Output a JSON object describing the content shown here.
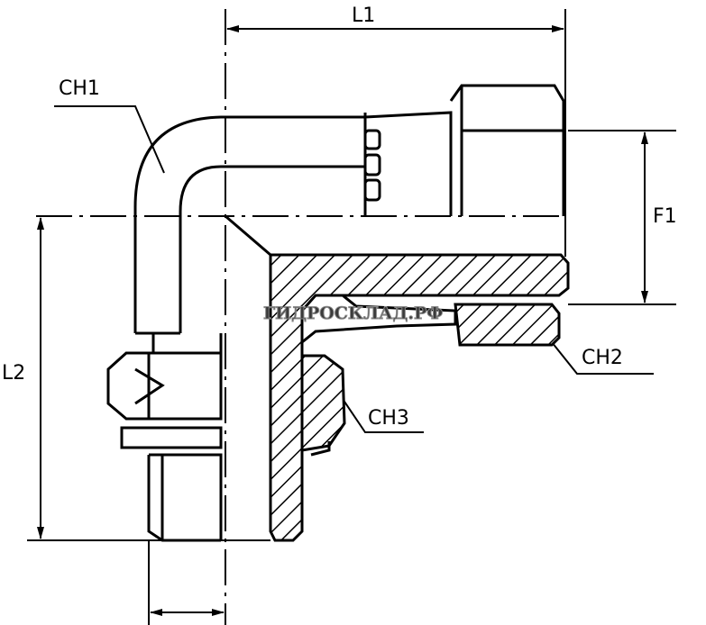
{
  "labels": {
    "l1": "L1",
    "l2": "L2",
    "f1": "F1",
    "ch1": "CH1",
    "ch2": "CH2",
    "ch3": "CH3"
  },
  "watermark": "ГИДРОСКЛАД.РФ",
  "colors": {
    "line": "#000000",
    "background": "#ffffff"
  }
}
